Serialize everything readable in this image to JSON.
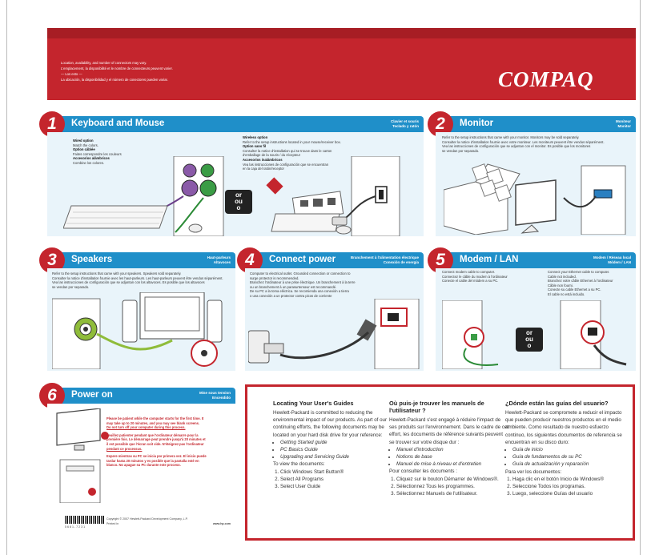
{
  "banner": {
    "notes": [
      "Location, availability, and number of connectors may vary.",
      "L'emplacement, la disponibilité et le nombre de connecteurs peuvent varier.",
      "— Los esto —",
      "La ubicación, la disponibilidad y el número de conectores pueden variar."
    ],
    "logo": "COMPAQ"
  },
  "panels": {
    "p1": {
      "num": "1",
      "title": "Keyboard and Mouse",
      "sub1": "Clavier et souris",
      "sub2": "Teclado y ratón",
      "wired": [
        "Wired option",
        "Match the colors.",
        "Option câblée",
        "Faites correspondre les couleurs",
        "Accesorios alámbricos",
        "Combine los colores."
      ],
      "wireless": [
        "Wireless option",
        "Refer to the setup instructions located in your mouse/receiver box.",
        "Option sans fil",
        "Consulter la notice d'installation qui se trouve dans le carton",
        "d'emballage de la souris / du récepteur",
        "Accesorios inalámbricos",
        "Vea las instrucciones de configuración que se encuentran",
        "en la caja del ratón/receptor"
      ],
      "or": [
        "or",
        "ou",
        "o"
      ]
    },
    "p2": {
      "num": "2",
      "title": "Monitor",
      "sub1": "Moniteur",
      "sub2": "Monitor",
      "text": [
        "Refer to the setup instructions that came with your monitor. Monitors may be sold separately.",
        "Consulter la notice d'installation fournie avec votre moniteur. Les moniteurs peuvent être vendus séparément.",
        "Vea las instrucciones de configuración que se adjuntan con el monitor. Es posible que los monitores",
        "se vendan por separado."
      ]
    },
    "p3": {
      "num": "3",
      "title": "Speakers",
      "sub1": "Haut-parleurs",
      "sub2": "Altavoces",
      "text": [
        "Refer to the setup instructions that came with your speakers. Speakers sold separately.",
        "Consulter la notice d'installation fournie avec les haut-parleurs. Les haut-parleurs peuvent être vendus séparément.",
        "Vea las instrucciones de configuración que se adjuntan con los altavoces. Es posible que los altavoces",
        "se vendan por separado."
      ]
    },
    "p4": {
      "num": "4",
      "title": "Connect power",
      "sub1": "Branchement à l'alimentation électrique",
      "sub2": "Conexión de energía",
      "text": [
        "Computer to electrical outlet. Grounded connection or connection to",
        "surge protector is recommended.",
        "Branchez l'ordinateur à une prise électrique. Un branchement à la terre",
        "ou un branchement à un parasurtenseur est recommandé.",
        "De su PC a la toma eléctrica. Se recomienda una conexión a tierra",
        "o una conexión a un protector contra picos de corriente"
      ]
    },
    "p5": {
      "num": "5",
      "title": "Modem / LAN",
      "sub1": "Modem / Réseau local",
      "sub2": "Módem / LAN",
      "modem": [
        "Connect modem cable to computer.",
        "Connectez le câble du modem à l'ordinateur",
        "Conecte el cable del módem a su PC."
      ],
      "lan": [
        "Connect your Ethernet cable to computer.",
        "Cable not included.",
        "Branchez votre câble Ethernet à l'ordinateur",
        "Câble non fourni.",
        "Conecte su cable Ethernet a su PC.",
        "El cable no está incluido."
      ],
      "or": [
        "or",
        "ou",
        "o"
      ]
    },
    "p6": {
      "num": "6",
      "title": "Power on",
      "sub1": "Mise sous tension",
      "sub2": "Encendido",
      "text": [
        "Please be patient while the computer starts for the first time. It",
        "may take up to 20 minutes, and you may see blank screens.",
        "Do not turn off your computer during this process.",
        "Veuillez patienter pendant que l'ordinateur démarre pour la",
        "première fois. Le démarrage peut prendre jusqu'à 20 minutes et",
        "il est possible que l'écran soit vide. N'éteignez pas l'ordinateur",
        "pendant ce processus.",
        "Espere mientras su PC se inicia por primera vez. El inicio puede",
        "tardar hasta 20 minutos y es posible que la pantalla esté en",
        "blanco. No apague su PC durante este proceso."
      ],
      "copyright": "Copyright © 2007 Hewlett-Packard Development Company, L.P.",
      "printed": "Printed in",
      "web": "www.hp.com",
      "partno": "5 6 8 1 - 7 2 3 1"
    }
  },
  "guide": {
    "en": {
      "title": "Locating Your User's Guides",
      "intro": "Hewlett-Packard is committed to reducing the environmental impact of our products. As part of our continuing efforts, the following documents may be located on your hard disk drive for your reference:",
      "docs": [
        "Getting Started guide",
        "PC Basics Guide",
        "Upgrading and Servicing Guide"
      ],
      "lead": "To view the documents:",
      "steps": [
        "Click Windows Start Button®",
        "Select All Programs",
        "Select User Guide"
      ]
    },
    "fr": {
      "title": "Où puis-je trouver les manuels de l'utilisateur ?",
      "intro": "Hewlett-Packard s'est engagé à réduire l'impact de ses produits sur l'environnement. Dans le cadre de cet effort, les documents de référence suivants peuvent se trouver sur votre disque dur :",
      "docs": [
        "Manuel d'introduction",
        "Notions de base",
        "Manuel de mise à niveau et d'entretien"
      ],
      "lead": "Pour consulter les documents :",
      "steps": [
        "Cliquez sur le bouton Démarrer de Windows®.",
        "Sélectionnez Tous les programmes.",
        "Sélectionnez Manuels de l'utilisateur."
      ]
    },
    "es": {
      "title": "¿Dónde están las guías del usuario?",
      "intro": "Hewlett-Packard se compromete a reducir el impacto que pueden producir nuestros productos en el medio ambiente. Como resultado de nuestro esfuerzo continuo, los siguientes documentos de referencia se encuentran en su disco duro:",
      "docs": [
        "Guía de inicio",
        "Guía de fundamentos de su PC",
        "Guía de actualización y reparación"
      ],
      "lead": "Para ver los documentos:",
      "steps": [
        "Haga clic en el botón Inicio de Windows®",
        "Seleccione Todos los programas.",
        "Luego, seleccione Guías del usuario"
      ]
    }
  },
  "colors": {
    "red": "#c4252d",
    "blue": "#1f8fc9",
    "panel": "#e9f4fa"
  }
}
